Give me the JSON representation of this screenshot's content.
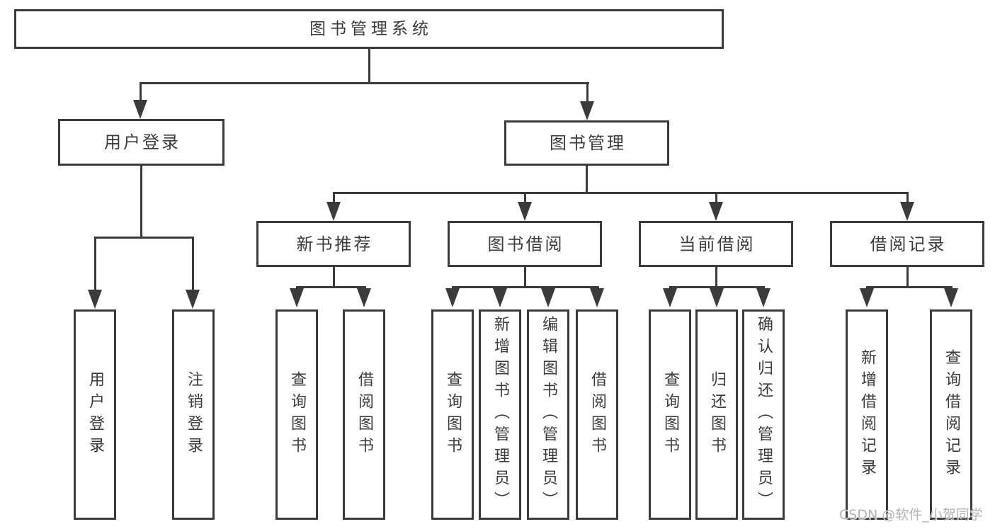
{
  "tree": {
    "root": "图书管理系统",
    "level2": [
      {
        "label": "用户登录",
        "children": [
          "用户登录",
          "注销登录"
        ]
      },
      {
        "label": "图书管理"
      }
    ],
    "level3": [
      {
        "label": "新书推荐",
        "children": [
          "查询图书",
          "借阅图书"
        ]
      },
      {
        "label": "图书借阅",
        "children": [
          "查询图书",
          "新增图书（管理员）",
          "编辑图书（管理员）",
          "借阅图书"
        ]
      },
      {
        "label": "当前借阅",
        "children": [
          "查询图书",
          "归还图书",
          "确认归还（管理员）"
        ]
      },
      {
        "label": "借阅记录",
        "children": [
          "新增借阅记录",
          "查询借阅记录"
        ]
      }
    ]
  },
  "watermark": "CSDN @软件_小贺同学",
  "colors": {
    "line": "#3b3b3b",
    "text": "#3b3b3b",
    "background": "#ffffff",
    "watermark": "#b3b3b3"
  }
}
